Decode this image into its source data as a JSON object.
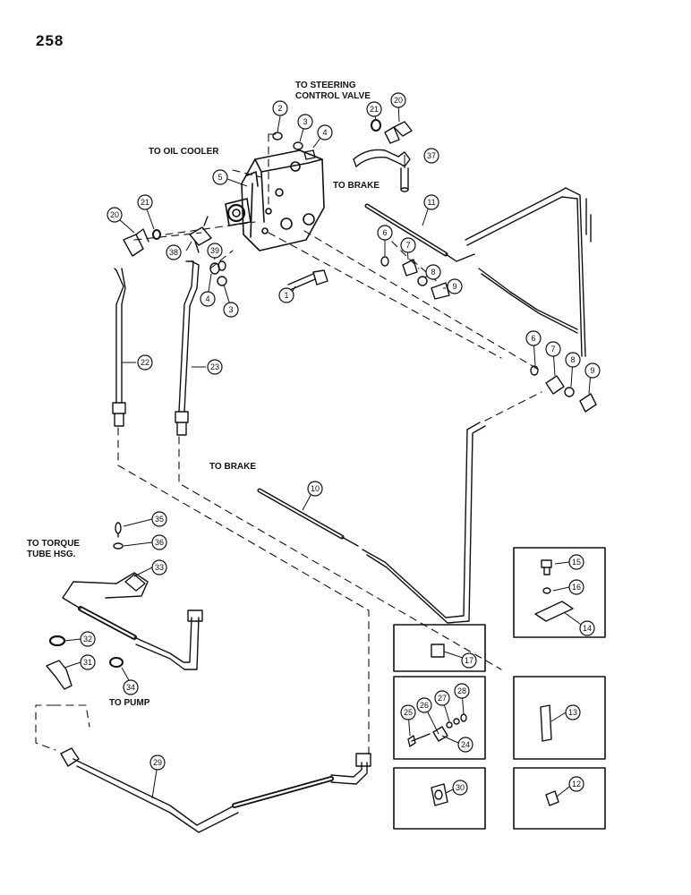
{
  "page": {
    "number": "258"
  },
  "labels": {
    "to_steering_1": "TO STEERING",
    "to_steering_2": "CONTROL VALVE",
    "to_oil_cooler": "TO OIL COOLER",
    "to_brake_upper": "TO BRAKE",
    "to_brake_lower": "TO BRAKE",
    "to_torque_1": "TO TORQUE",
    "to_torque_2": "TUBE HSG.",
    "to_pump": "TO PUMP"
  },
  "callouts": [
    "2",
    "3",
    "4",
    "5",
    "20",
    "21",
    "37",
    "11",
    "6",
    "7",
    "8",
    "9",
    "38",
    "39",
    "1",
    "3",
    "4",
    "20",
    "21",
    "22",
    "23",
    "6",
    "7",
    "8",
    "9",
    "10",
    "35",
    "36",
    "33",
    "32",
    "31",
    "34",
    "29",
    "15",
    "16",
    "14",
    "17",
    "13",
    "25",
    "26",
    "27",
    "28",
    "24",
    "30",
    "12"
  ],
  "colors": {
    "ink": "#111111",
    "paper": "#ffffff"
  }
}
